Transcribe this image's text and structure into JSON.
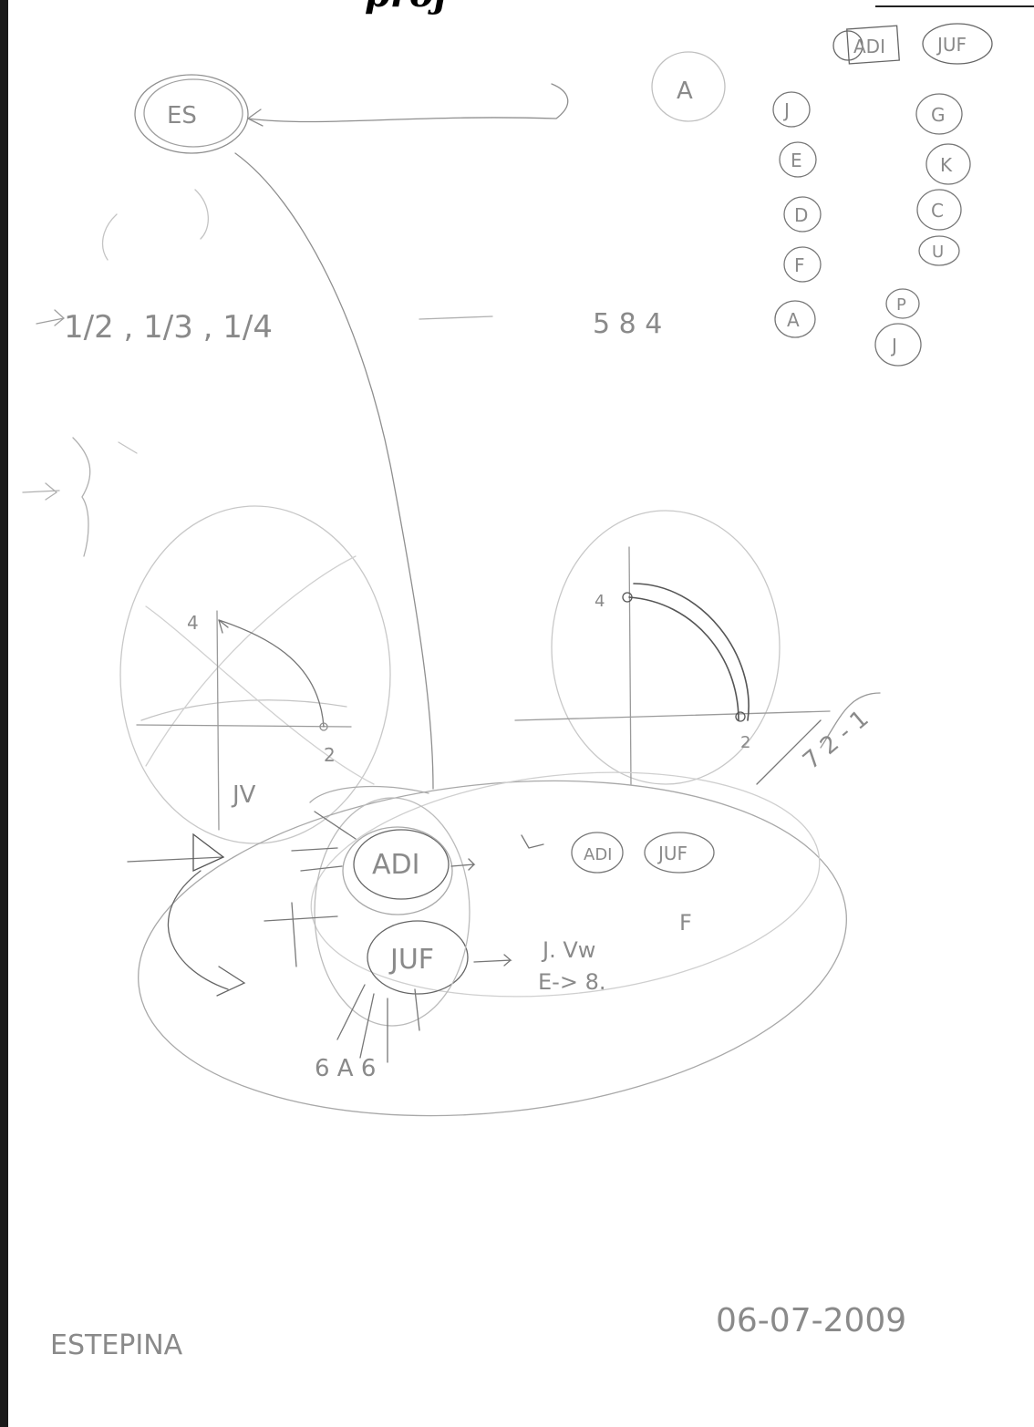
{
  "header": {
    "title": "proj"
  },
  "legend": {
    "top_labels": [
      "ADI",
      "JUF"
    ],
    "left_column": [
      "J",
      "E",
      "D",
      "F",
      "A"
    ],
    "right_column": [
      "G",
      "K",
      "C",
      "U",
      "P",
      "J"
    ]
  },
  "nodes": {
    "es": "ES",
    "a_top": "A",
    "adi": "ADI",
    "juf": "JUF",
    "adi_small": "ADI",
    "juf_small": "JUF"
  },
  "fractions": "1/2 , 1/3 , 1/4",
  "sequence": "5 8 4",
  "left_graph": {
    "y_label": "4",
    "x_label": "2"
  },
  "right_graph": {
    "y_label": "4",
    "x_label": "2"
  },
  "annotations": {
    "juf_note_line1": "J. Vw",
    "juf_note_line2": "E-> 8.",
    "f_note": "F",
    "bottom_note": "6 A 6",
    "jv_label": "JV",
    "right_arrow_note": "7 2 - 1"
  },
  "footer": {
    "author": "ESTEPINA",
    "date": "06-07-2009"
  },
  "colors": {
    "pencil": "#8a8a8a",
    "ink_dark": "#555555"
  }
}
